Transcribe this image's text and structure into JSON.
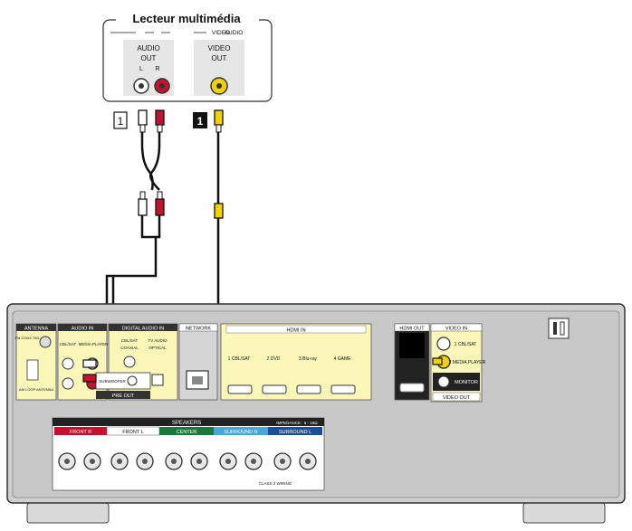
{
  "player": {
    "title": "Lecteur multimédia",
    "audio_type": "AUDIO",
    "video_type": "VIDEO",
    "audio_label_1": "AUDIO",
    "audio_label_2": "OUT",
    "audio_l": "L",
    "audio_r": "R",
    "video_label_1": "VIDEO",
    "video_label_2": "OUT"
  },
  "cable_markers": {
    "audio": "1",
    "video": "1"
  },
  "receiver": {
    "antenna": "ANTENNA",
    "fm_coax": "FM COAX 75Ω",
    "loop_antenna": "AM LOOP ANTENNA",
    "audio_in": "AUDIO IN",
    "cbl_sat": "CBL/SAT",
    "media_player": "MEDIA PLAYER",
    "digital_audio": "DIGITAL AUDIO IN",
    "coaxial": "COAXIAL",
    "optical": "OPTICAL",
    "tv_audio": "TV AUDIO",
    "subwoofer": "SUBWOOFER",
    "pre_out": "PRE OUT",
    "network": "NETWORK",
    "hdmi_in": "HDMI IN",
    "hdmi_inputs": [
      "1 CBL/SAT",
      "2 DVD",
      "3 Blu-ray",
      "4 GAME"
    ],
    "hdmi_out": "HDMI OUT",
    "video_in": "VIDEO IN",
    "video_cbl_sat": "1 CBL/SAT",
    "video_media_player": "2 MEDIA PLAYER",
    "monitor": "MONITOR",
    "video_out": "VIDEO OUT",
    "speakers": "SPEAKERS",
    "impedance": "IMPEDANCE : 6 - 16Ω",
    "speaker_groups": [
      "FRONT R",
      "FRONT L",
      "CENTER",
      "SURROUND R",
      "SURROUND L"
    ],
    "class_wiring": "CLASS 2 WIRING"
  },
  "colors": {
    "audio_red": "#c8102e",
    "video_yellow": "#f2d100",
    "panel_yellow": "#fbf7b8",
    "front_r": "#c8102e",
    "center": "#1a7a3c",
    "surround_r": "#4aa6d8",
    "surround_l": "#1a4e99"
  }
}
